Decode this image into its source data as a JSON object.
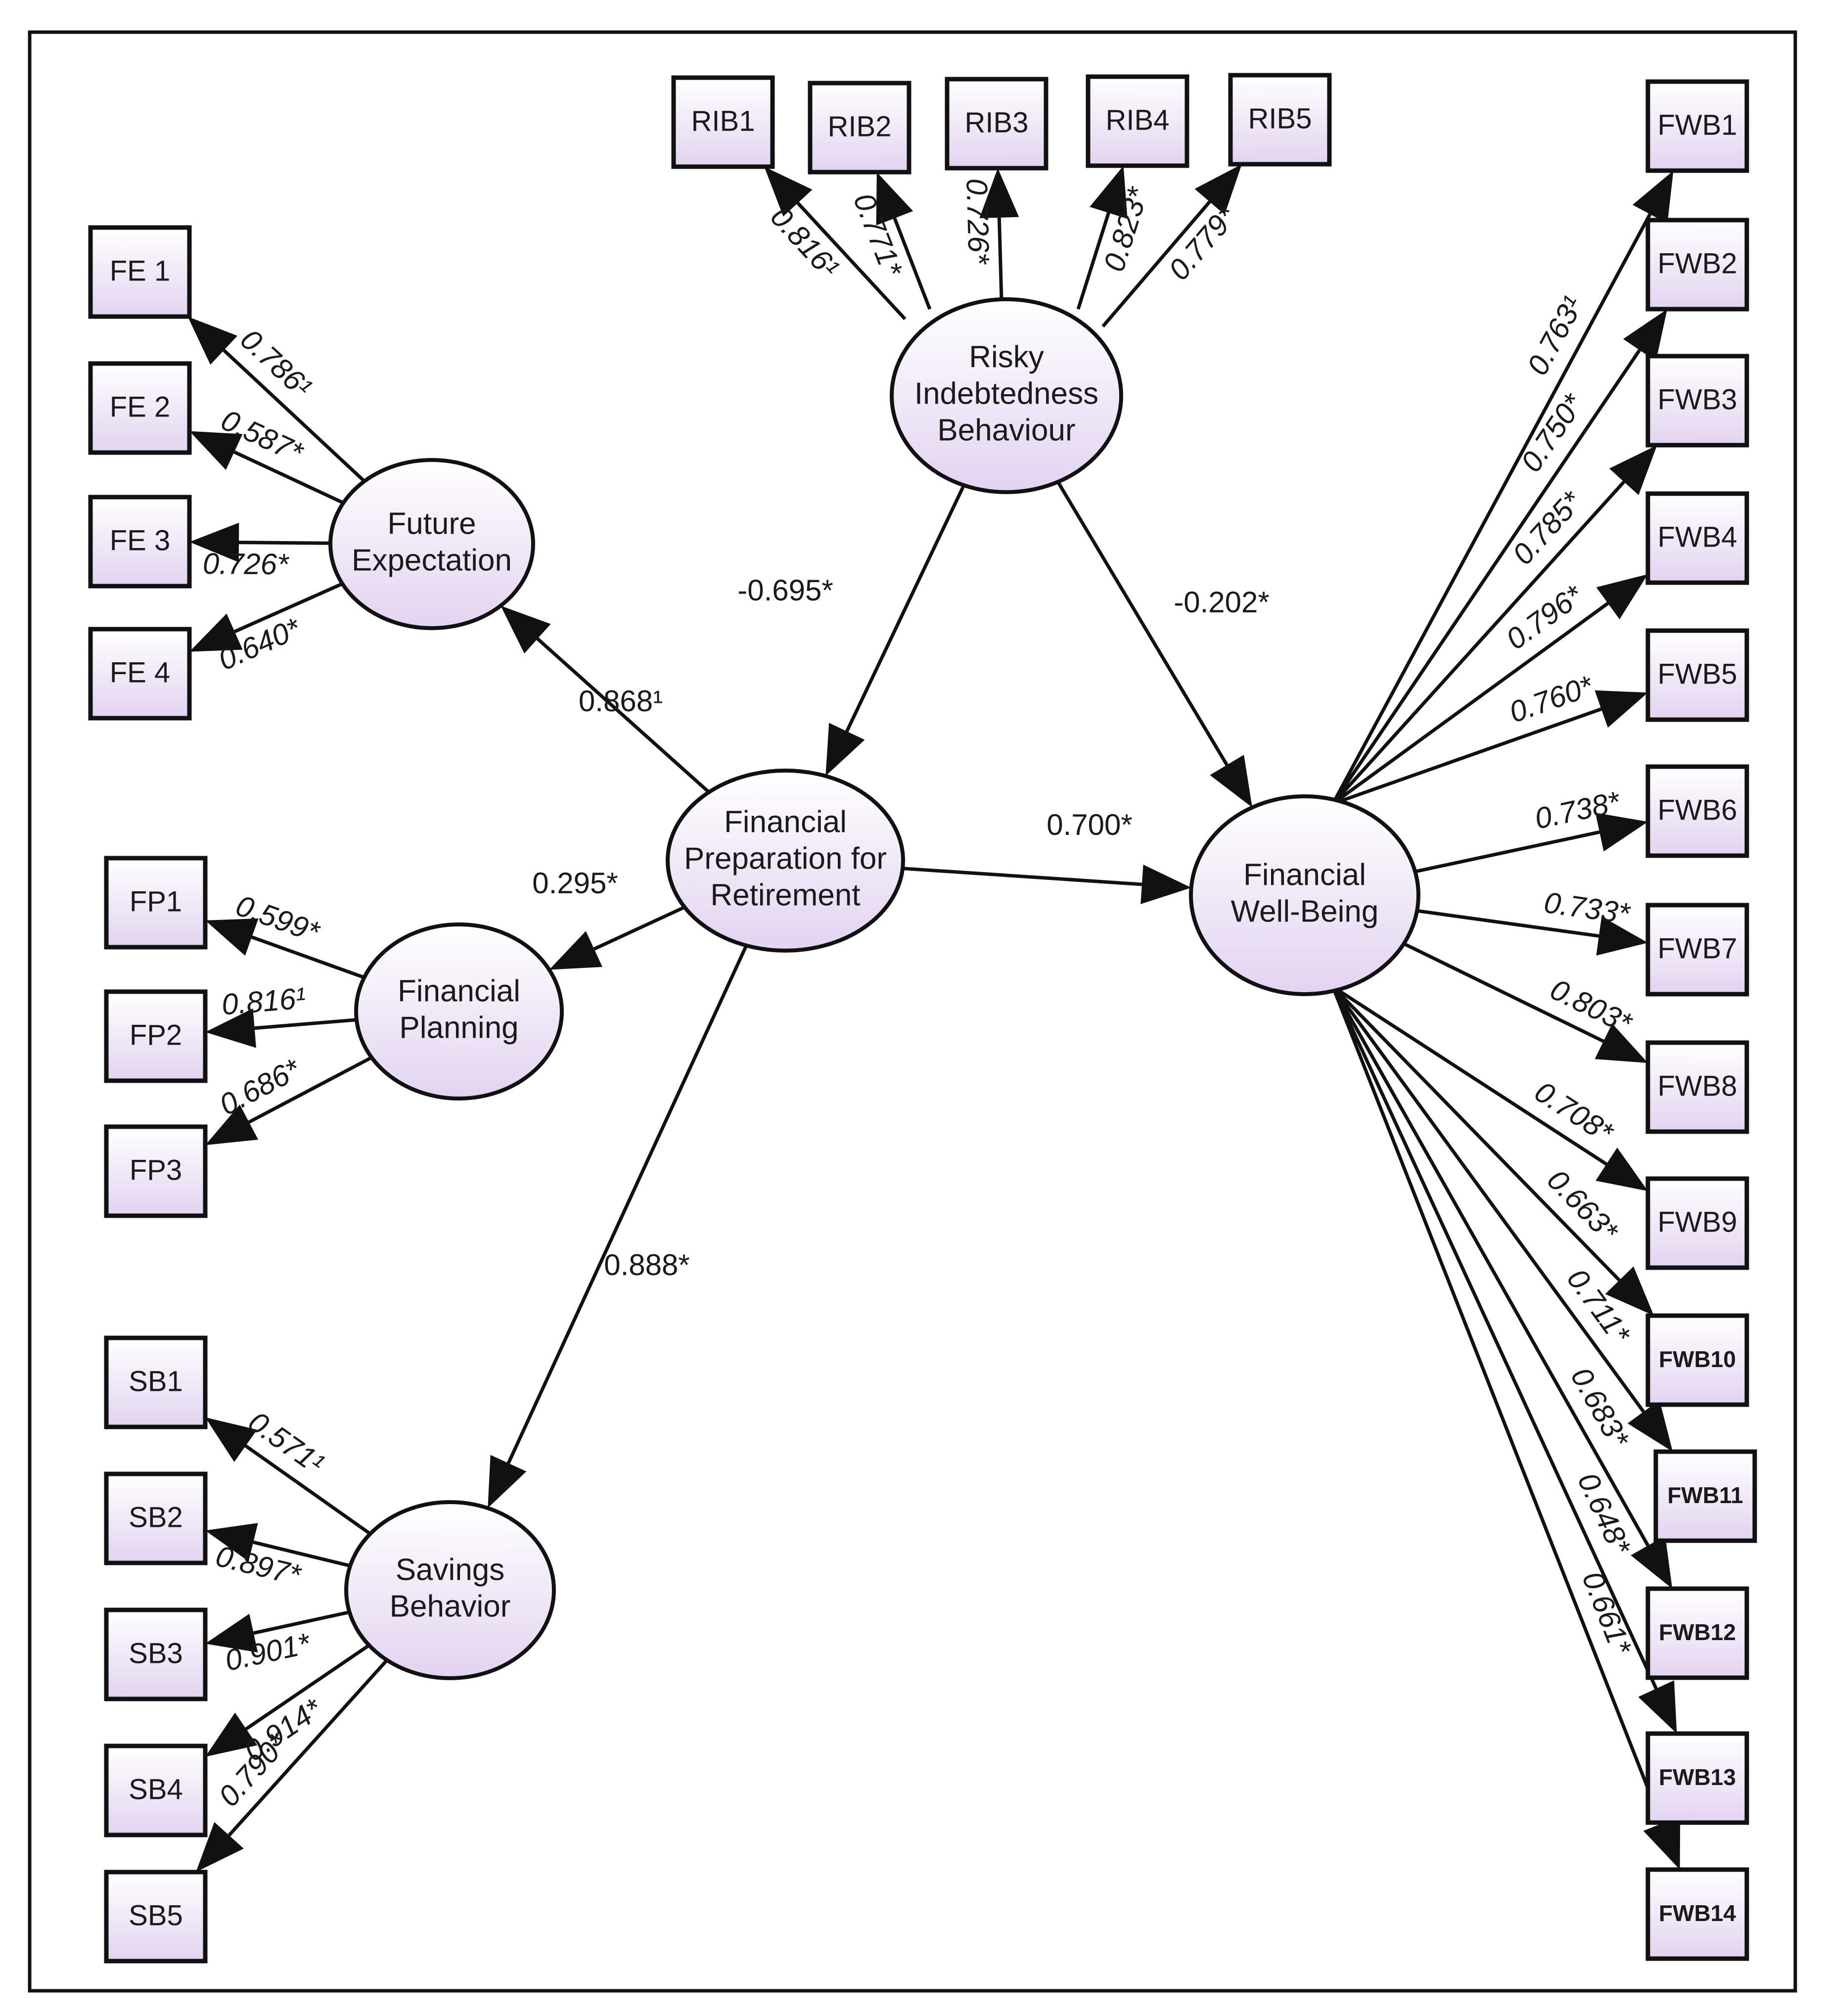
{
  "latents": {
    "rib": [
      "Risky",
      "Indebtedness",
      "Behaviour"
    ],
    "fe": [
      "Future",
      "Expectation"
    ],
    "fpr": [
      "Financial",
      "Preparation for",
      "Retirement"
    ],
    "fp": [
      "Financial",
      "Planning"
    ],
    "sb": [
      "Savings",
      "Behavior"
    ],
    "fwb": [
      "Financial",
      "Well-Being"
    ]
  },
  "indicators": {
    "rib": [
      "RIB1",
      "RIB2",
      "RIB3",
      "RIB4",
      "RIB5"
    ],
    "fe": [
      "FE 1",
      "FE 2",
      "FE 3",
      "FE 4"
    ],
    "fp": [
      "FP1",
      "FP2",
      "FP3"
    ],
    "sb": [
      "SB1",
      "SB2",
      "SB3",
      "SB4",
      "SB5"
    ],
    "fwb": [
      "FWB1",
      "FWB2",
      "FWB3",
      "FWB4",
      "FWB5",
      "FWB6",
      "FWB7",
      "FWB8",
      "FWB9",
      "FWB10",
      "FWB11",
      "FWB12",
      "FWB13",
      "FWB14"
    ]
  },
  "loadings": {
    "rib": [
      "0.816¹",
      "0.771*",
      "0.726*",
      "0.823*",
      "0.779*"
    ],
    "fe": [
      "0.786¹",
      "0.587*",
      "0.726*",
      "0.640*"
    ],
    "fp": [
      "0.599*",
      "0.816¹",
      "0.686*"
    ],
    "sb": [
      "0.571¹",
      "0.897*",
      "0.901*",
      "0.914*",
      "0.790*"
    ],
    "fwb": [
      "0.763¹",
      "0.750*",
      "0.785*",
      "0.796*",
      "0.760*",
      "0.738*",
      "0.733*",
      "0.803*",
      "0.708*",
      "0.663*",
      "0.711*",
      "0.683*",
      "0.648*",
      "0.661*"
    ]
  },
  "paths": {
    "rib_fpr": "-0.695*",
    "rib_fwb": "-0.202*",
    "fpr_fe": "0.868¹",
    "fpr_fp": "0.295*",
    "fpr_fwb": "0.700*",
    "fpr_sb": "0.888*"
  },
  "colors": {
    "node_fill_top": "#ffffff",
    "node_fill_bottom": "#e2d3f0",
    "stroke": "#111111"
  }
}
